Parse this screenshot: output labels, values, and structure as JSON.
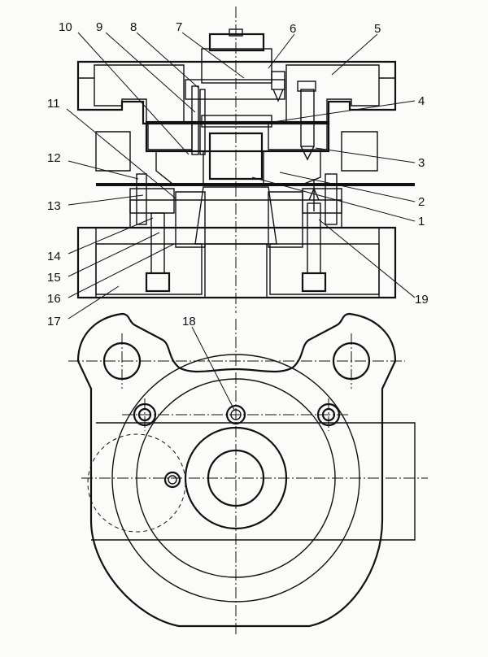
{
  "labels": [
    {
      "id": "label-1",
      "text": "1"
    },
    {
      "id": "label-2",
      "text": "2"
    },
    {
      "id": "label-3",
      "text": "3"
    },
    {
      "id": "label-4",
      "text": "4"
    },
    {
      "id": "label-5",
      "text": "5"
    },
    {
      "id": "label-6",
      "text": "6"
    },
    {
      "id": "label-7",
      "text": "7"
    },
    {
      "id": "label-8",
      "text": "8"
    },
    {
      "id": "label-9",
      "text": "9"
    },
    {
      "id": "label-10",
      "text": "10"
    },
    {
      "id": "label-11",
      "text": "11"
    },
    {
      "id": "label-12",
      "text": "12"
    },
    {
      "id": "label-13",
      "text": "13"
    },
    {
      "id": "label-14",
      "text": "14"
    },
    {
      "id": "label-15",
      "text": "15"
    },
    {
      "id": "label-16",
      "text": "16"
    },
    {
      "id": "label-17",
      "text": "17"
    },
    {
      "id": "label-18",
      "text": "18"
    },
    {
      "id": "label-19",
      "text": "19"
    }
  ]
}
